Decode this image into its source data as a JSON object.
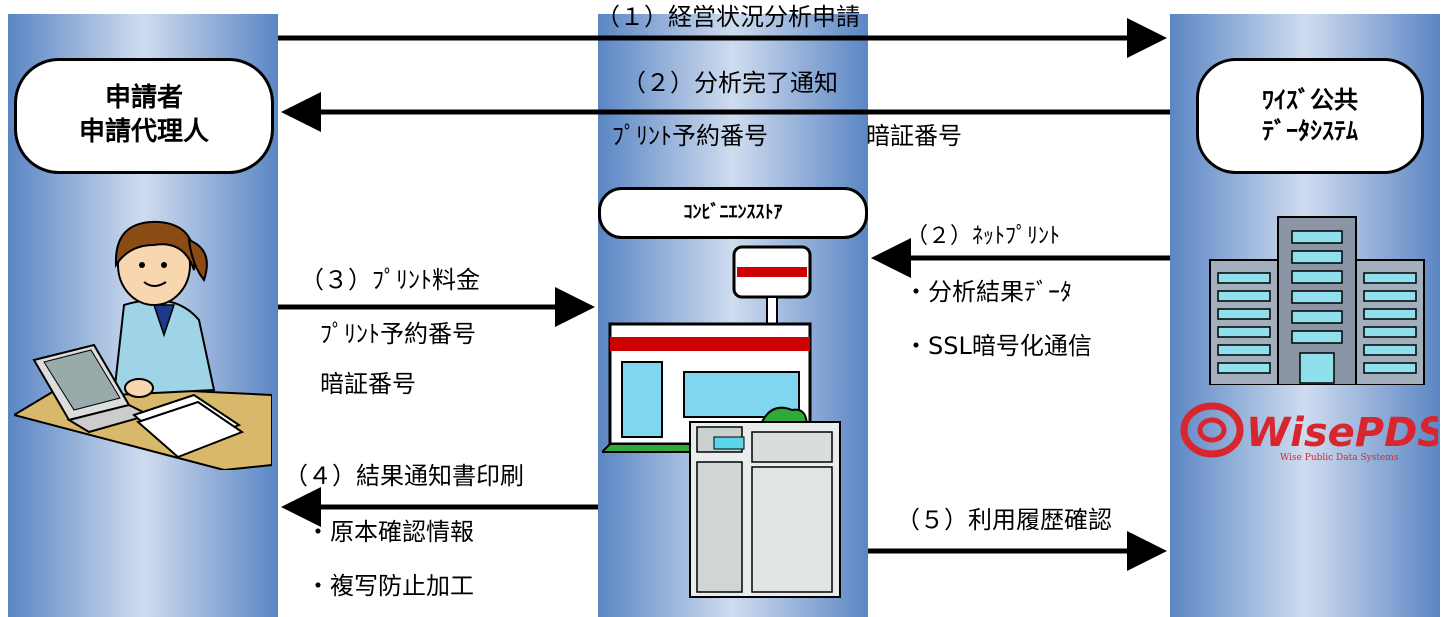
{
  "columns": {
    "applicant": {
      "line1": "申請者",
      "line2": "申請代理人"
    },
    "wise": {
      "line1": "ﾜｲｽﾞ公共",
      "line2": "ﾃﾞｰﾀｼｽﾃﾑ"
    },
    "store": {
      "label": "ｺﾝﾋﾞﾆｴﾝｽｽﾄｱ"
    }
  },
  "flows": {
    "step1": "（１）経営状況分析申請",
    "step2": "（２）分析完了通知",
    "step2_items": [
      "ﾌﾟﾘﾝﾄ予約番号",
      "暗証番号"
    ],
    "step2b": "（２）ﾈｯﾄﾌﾟﾘﾝﾄ",
    "step2b_items": [
      "・分析結果ﾃﾞｰﾀ",
      "・SSL暗号化通信"
    ],
    "step3": "（３）ﾌﾟﾘﾝﾄ料金",
    "step3_items": [
      "ﾌﾟﾘﾝﾄ予約番号",
      "暗証番号"
    ],
    "step4": "（４）結果通知書印刷",
    "step4_items": [
      "・原本確認情報",
      "・複写防止加工"
    ],
    "step5": "（５）利用履歴確認"
  },
  "logo": {
    "brand": "WisePDS",
    "tagline": "Wise Public Data Systems"
  },
  "colors": {
    "column_edge": "#5b86c4",
    "column_center": "#cfdcef",
    "store_red": "#cc0000",
    "logo_red": "#d8262f"
  }
}
